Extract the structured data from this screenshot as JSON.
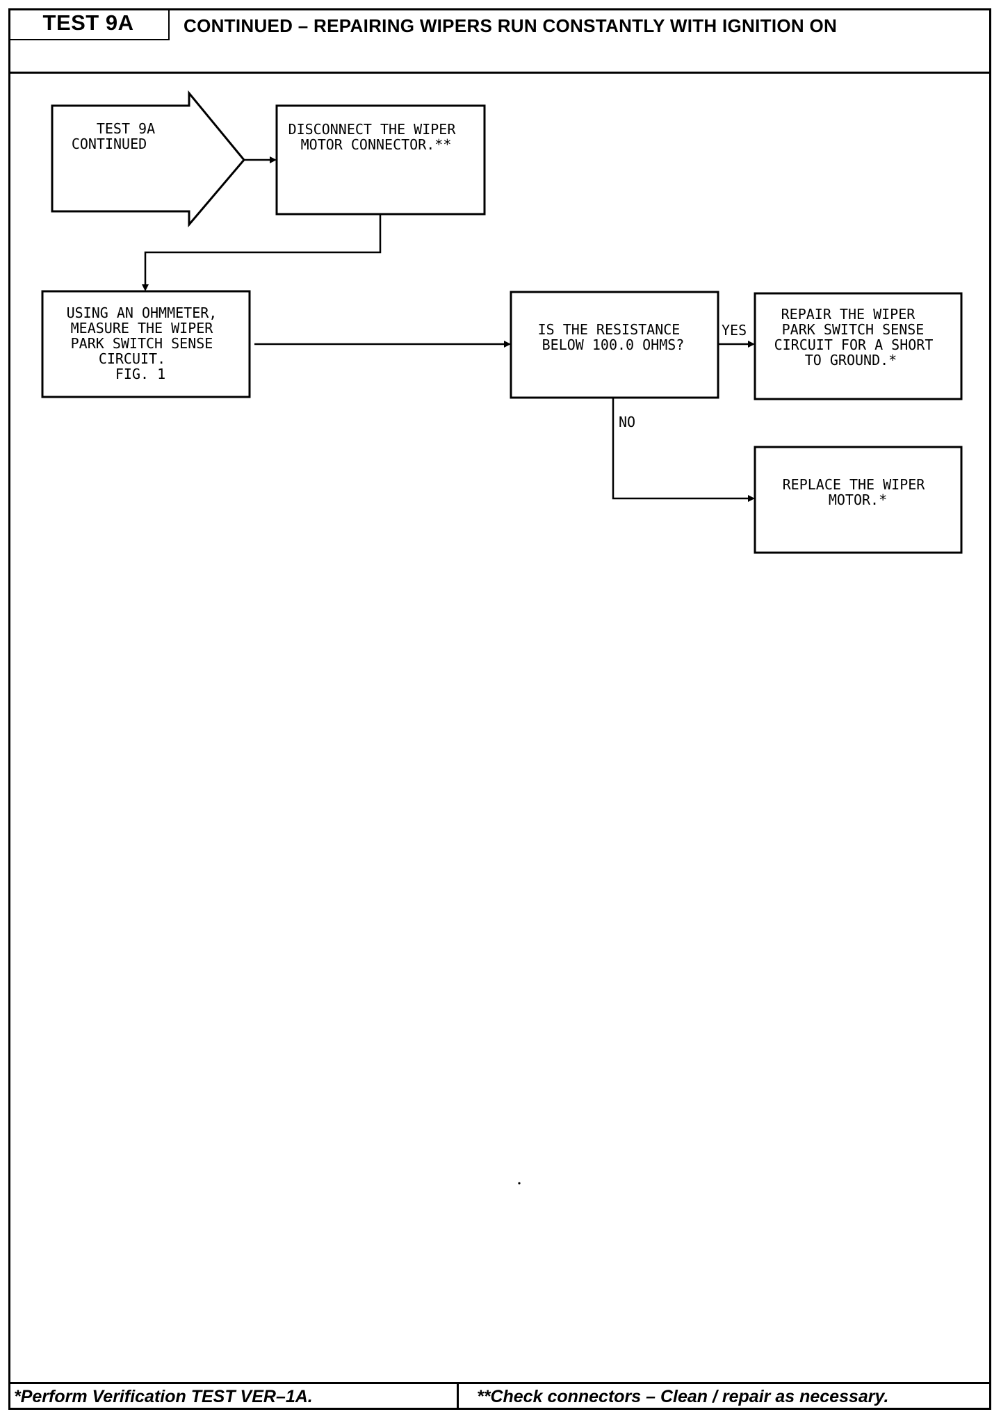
{
  "header": {
    "test_id": "TEST 9A",
    "title": "CONTINUED – REPAIRING WIPERS RUN CONSTANTLY WITH IGNITION ON"
  },
  "flow": {
    "start": [
      "TEST 9A",
      "CONTINUED"
    ],
    "disconnect": [
      "DISCONNECT THE WIPER",
      "MOTOR CONNECTOR.**"
    ],
    "measure": [
      "USING AN OHMMETER,",
      "MEASURE THE WIPER",
      "PARK SWITCH SENSE",
      "CIRCUIT.",
      "FIG. 1"
    ],
    "question": [
      "IS THE RESISTANCE",
      "BELOW 100.0 OHMS?"
    ],
    "yes_label": "YES",
    "no_label": "NO",
    "repair": [
      "REPAIR THE WIPER",
      "PARK SWITCH SENSE",
      "CIRCUIT FOR A SHORT",
      "TO GROUND.*"
    ],
    "replace": [
      "REPLACE THE WIPER",
      "MOTOR.*"
    ]
  },
  "footer": {
    "left": "*Perform Verification TEST VER–1A.",
    "right": "**Check connectors – Clean / repair as necessary."
  }
}
